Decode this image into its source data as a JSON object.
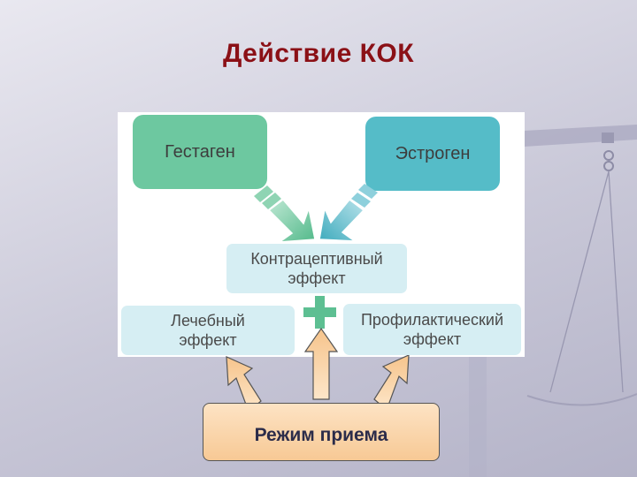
{
  "slide": {
    "title": "Действие КОК"
  },
  "diagram": {
    "gestagen": "Гестаген",
    "estrogen": "Эстроген",
    "contraceptive": [
      "Контрацептивный",
      "эффект"
    ],
    "therapeutic": [
      "Лечебный",
      "эффект"
    ],
    "preventive": [
      "Профилактический",
      "эффект"
    ],
    "regime": "Режим приема"
  },
  "colors": {
    "title": "#8b1016",
    "gestagen": "#6dc8a0",
    "estrogen": "#55bcc8",
    "effect_box": "#d6eef3",
    "plus": "#5dbf92",
    "regime_fill": "#f9d2a5"
  }
}
